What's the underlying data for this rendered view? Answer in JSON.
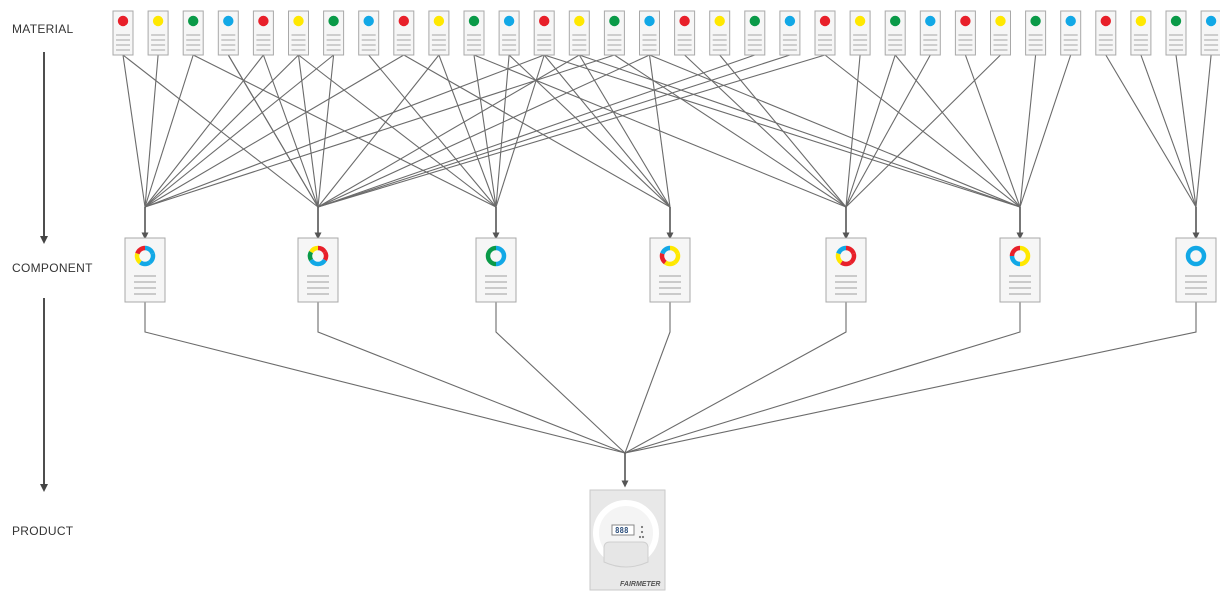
{
  "levels": {
    "material": "MATERIAL",
    "component": "COMPONENT",
    "product": "PRODUCT"
  },
  "colors": {
    "red": "#e8202a",
    "yellow": "#ffe800",
    "green": "#0a9a48",
    "blue": "#12a8e6",
    "line": "#6b6b6b",
    "card_border": "#a8a8a8",
    "card_fill": "#f6f6f6"
  },
  "materials": [
    "red",
    "yellow",
    "green",
    "blue",
    "red",
    "yellow",
    "green",
    "blue",
    "red",
    "yellow",
    "green",
    "blue",
    "red",
    "yellow",
    "green",
    "blue",
    "red",
    "yellow",
    "green",
    "blue",
    "red",
    "yellow",
    "green",
    "blue",
    "red",
    "yellow",
    "green",
    "blue",
    "red",
    "yellow",
    "green",
    "blue"
  ],
  "components": [
    {
      "id": 1,
      "ring": [
        "blue",
        "blue",
        "blue",
        "yellow",
        "red"
      ]
    },
    {
      "id": 2,
      "ring": [
        "red",
        "red",
        "blue",
        "blue",
        "green",
        "yellow"
      ]
    },
    {
      "id": 3,
      "ring": [
        "blue",
        "blue",
        "green",
        "green"
      ]
    },
    {
      "id": 4,
      "ring": [
        "yellow",
        "yellow",
        "yellow",
        "red",
        "blue"
      ]
    },
    {
      "id": 5,
      "ring": [
        "red",
        "red",
        "red",
        "yellow",
        "blue"
      ]
    },
    {
      "id": 6,
      "ring": [
        "yellow",
        "yellow",
        "blue",
        "red"
      ]
    },
    {
      "id": 7,
      "ring": [
        "blue"
      ]
    }
  ],
  "material_links": [
    [
      0,
      1
    ],
    [
      1,
      1
    ],
    [
      2,
      1
    ],
    [
      3,
      2
    ],
    [
      4,
      1
    ],
    [
      5,
      1
    ],
    [
      6,
      1
    ],
    [
      8,
      1
    ],
    [
      12,
      1
    ],
    [
      14,
      1
    ],
    [
      0,
      2
    ],
    [
      3,
      2
    ],
    [
      4,
      2
    ],
    [
      5,
      2
    ],
    [
      6,
      2
    ],
    [
      9,
      2
    ],
    [
      13,
      2
    ],
    [
      15,
      2
    ],
    [
      18,
      2
    ],
    [
      19,
      2
    ],
    [
      20,
      2
    ],
    [
      2,
      3
    ],
    [
      5,
      3
    ],
    [
      7,
      3
    ],
    [
      9,
      3
    ],
    [
      10,
      3
    ],
    [
      11,
      3
    ],
    [
      12,
      3
    ],
    [
      8,
      4
    ],
    [
      11,
      4
    ],
    [
      12,
      4
    ],
    [
      13,
      4
    ],
    [
      15,
      4
    ],
    [
      10,
      5
    ],
    [
      14,
      5
    ],
    [
      16,
      5
    ],
    [
      17,
      5
    ],
    [
      21,
      5
    ],
    [
      22,
      5
    ],
    [
      23,
      5
    ],
    [
      25,
      5
    ],
    [
      12,
      6
    ],
    [
      13,
      6
    ],
    [
      15,
      6
    ],
    [
      20,
      6
    ],
    [
      22,
      6
    ],
    [
      24,
      6
    ],
    [
      26,
      6
    ],
    [
      27,
      6
    ],
    [
      28,
      7
    ],
    [
      29,
      7
    ],
    [
      30,
      7
    ],
    [
      31,
      7
    ]
  ],
  "product": {
    "brand": "FAIRMETER",
    "display": "888"
  }
}
